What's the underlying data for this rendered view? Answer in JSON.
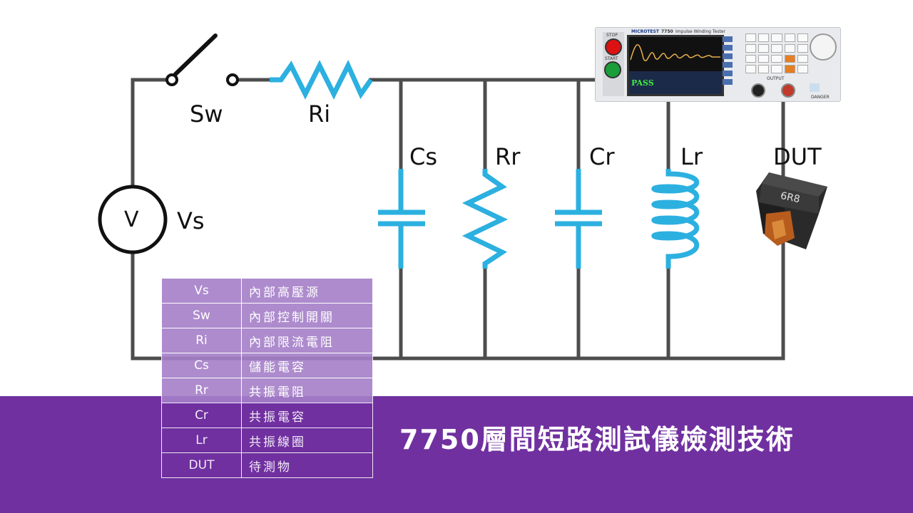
{
  "labels": {
    "sw": "Sw",
    "ri": "Ri",
    "vs": "Vs",
    "v": "V",
    "cs": "Cs",
    "rr": "Rr",
    "cr": "Cr",
    "lr": "Lr",
    "dut": "DUT"
  },
  "legend": [
    {
      "symbol": "Vs",
      "desc": "內部高壓源"
    },
    {
      "symbol": "Sw",
      "desc": "內部控制開關"
    },
    {
      "symbol": "Ri",
      "desc": "內部限流電阻"
    },
    {
      "symbol": "Cs",
      "desc": "儲能電容"
    },
    {
      "symbol": "Rr",
      "desc": "共振電阻"
    },
    {
      "symbol": "Cr",
      "desc": "共振電容"
    },
    {
      "symbol": "Lr",
      "desc": "共振線圈"
    },
    {
      "symbol": "DUT",
      "desc": "待測物"
    }
  ],
  "title": "7750層間短路測試儀檢測技術",
  "tester": {
    "brand": "MICROTEST",
    "model": "7750",
    "name": "Impulse Winding Tester",
    "stop": "STOP",
    "start": "START",
    "pass": "PASS",
    "danger": "DANGER",
    "output": "OUTPUT"
  },
  "dut_marking": "6R8",
  "colors": {
    "wire": "#4d4d4d",
    "component": "#2cb0e0",
    "banner": "#7030a0",
    "legend_light": "#a57fc8"
  }
}
